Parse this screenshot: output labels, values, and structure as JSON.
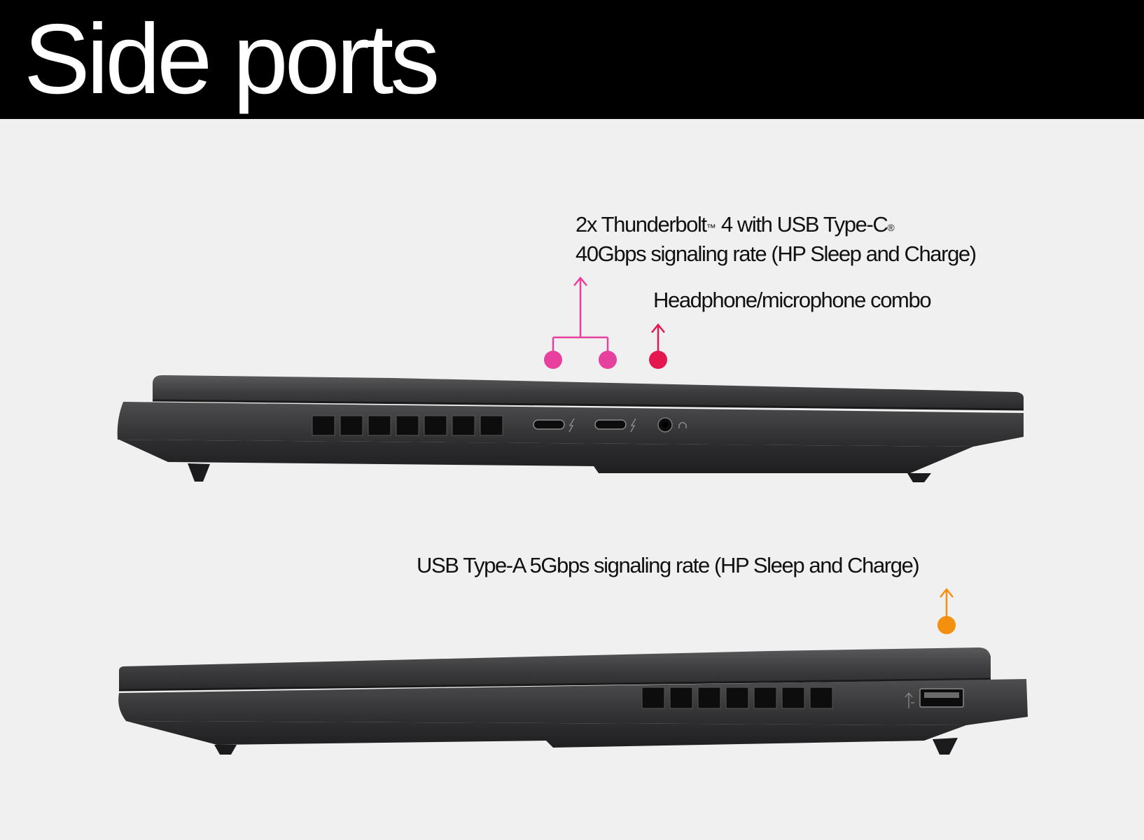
{
  "header": {
    "title": "Side ports"
  },
  "callouts": {
    "thunderbolt": {
      "line1_prefix": "2x Thunderbolt",
      "line1_tm": "™",
      "line1_middle": " 4 with USB Type-C",
      "line1_reg": "®",
      "line2": "40Gbps signaling rate (HP Sleep and Charge)",
      "color": "#e8409f",
      "count": 2
    },
    "headphone": {
      "text": "Headphone/microphone combo",
      "color": "#e4174f"
    },
    "usb_a": {
      "text": "USB Type-A 5Gbps signaling rate (HP Sleep and Charge)",
      "color": "#f5900f"
    }
  },
  "laptop": {
    "body_color": "#3f3f41",
    "lid_color": "#363638",
    "vent_color": "#0d0d0d"
  }
}
